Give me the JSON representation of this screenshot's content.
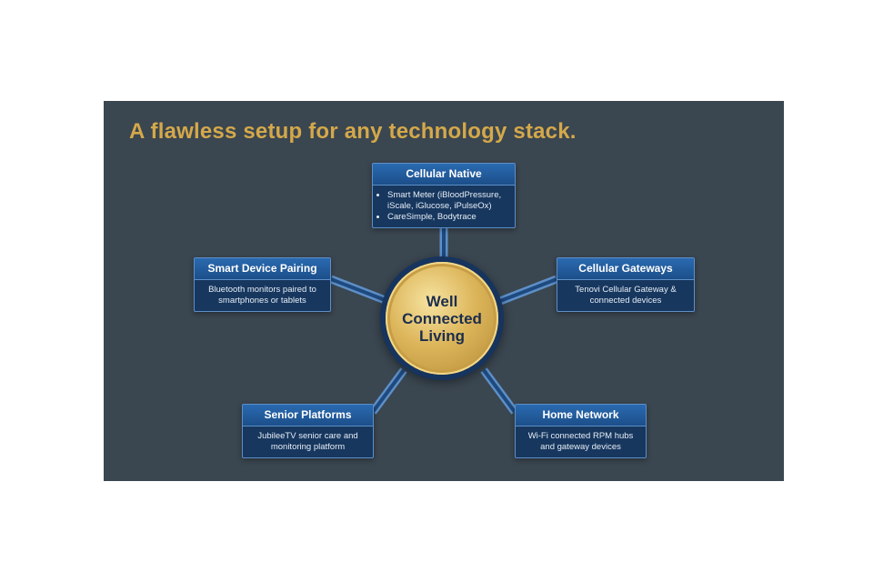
{
  "title": "A flawless setup for any technology stack.",
  "hub": {
    "lines": [
      "Well",
      "Connected",
      "Living"
    ]
  },
  "nodes": {
    "cellular_native": {
      "heading": "Cellular Native",
      "bullets": [
        "Smart Meter (iBloodPressure, iScale, iGlucose, iPulseOx)",
        "CareSimple, Bodytrace"
      ]
    },
    "smart_device_pairing": {
      "heading": "Smart Device Pairing",
      "body": "Bluetooth monitors paired to smartphones or tablets"
    },
    "cellular_gateways": {
      "heading": "Cellular Gateways",
      "body": "Tenovi Cellular Gateway & connected devices"
    },
    "senior_platforms": {
      "heading": "Senior Platforms",
      "body": "JubileeTV senior care and monitoring platform"
    },
    "home_network": {
      "heading": "Home Network",
      "body": "Wi-Fi connected RPM hubs and gateway devices"
    }
  },
  "colors": {
    "background": "#3a4650",
    "title": "#d4a84a",
    "node_fill": "#17375f",
    "node_border": "#5e8fc6",
    "gold": "#dcb55a"
  }
}
